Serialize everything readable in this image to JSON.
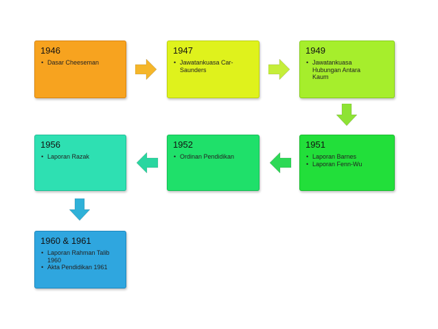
{
  "boxes": [
    {
      "id": "1946",
      "year": "1946",
      "items": [
        "Dasar Cheeseman"
      ],
      "color": "#f7a31f",
      "border": "#d98410"
    },
    {
      "id": "1947",
      "year": "1947",
      "items": [
        "Jawatankuasa Car-Saunders"
      ],
      "color": "#dff21c",
      "border": "#bcd010"
    },
    {
      "id": "1949",
      "year": "1949",
      "items": [
        "Jawatankuasa Hubungan Antara Kaum"
      ],
      "color": "#a6ee2c",
      "border": "#86cc1c"
    },
    {
      "id": "1951",
      "year": "1951",
      "items": [
        "Laporan Barnes",
        "Laporan Fenn-Wu"
      ],
      "color": "#22df3a",
      "border": "#18bb2c"
    },
    {
      "id": "1952",
      "year": "1952",
      "items": [
        "Ordinan Pendidikan"
      ],
      "color": "#1fe06a",
      "border": "#14bc54"
    },
    {
      "id": "1956",
      "year": "1956",
      "items": [
        "Laporan Razak"
      ],
      "color": "#2ee0b2",
      "border": "#1cbe94"
    },
    {
      "id": "1960",
      "year": "1960 & 1961",
      "items": [
        "Laporan Rahman Talib 1960",
        "Akta Pendidikan 1961"
      ],
      "color": "#2fa6df",
      "border": "#1b86bd"
    }
  ],
  "arrows": [
    {
      "name": "arrow-1946-to-1947",
      "color": "#f5b62a"
    },
    {
      "name": "arrow-1947-to-1949",
      "color": "#c5ee3a"
    },
    {
      "name": "arrow-1949-to-1951",
      "color": "#8ee334"
    },
    {
      "name": "arrow-1951-to-1952",
      "color": "#2ed957"
    },
    {
      "name": "arrow-1952-to-1956",
      "color": "#2ad6a0"
    },
    {
      "name": "arrow-1956-to-1960",
      "color": "#2fb1d8"
    }
  ]
}
